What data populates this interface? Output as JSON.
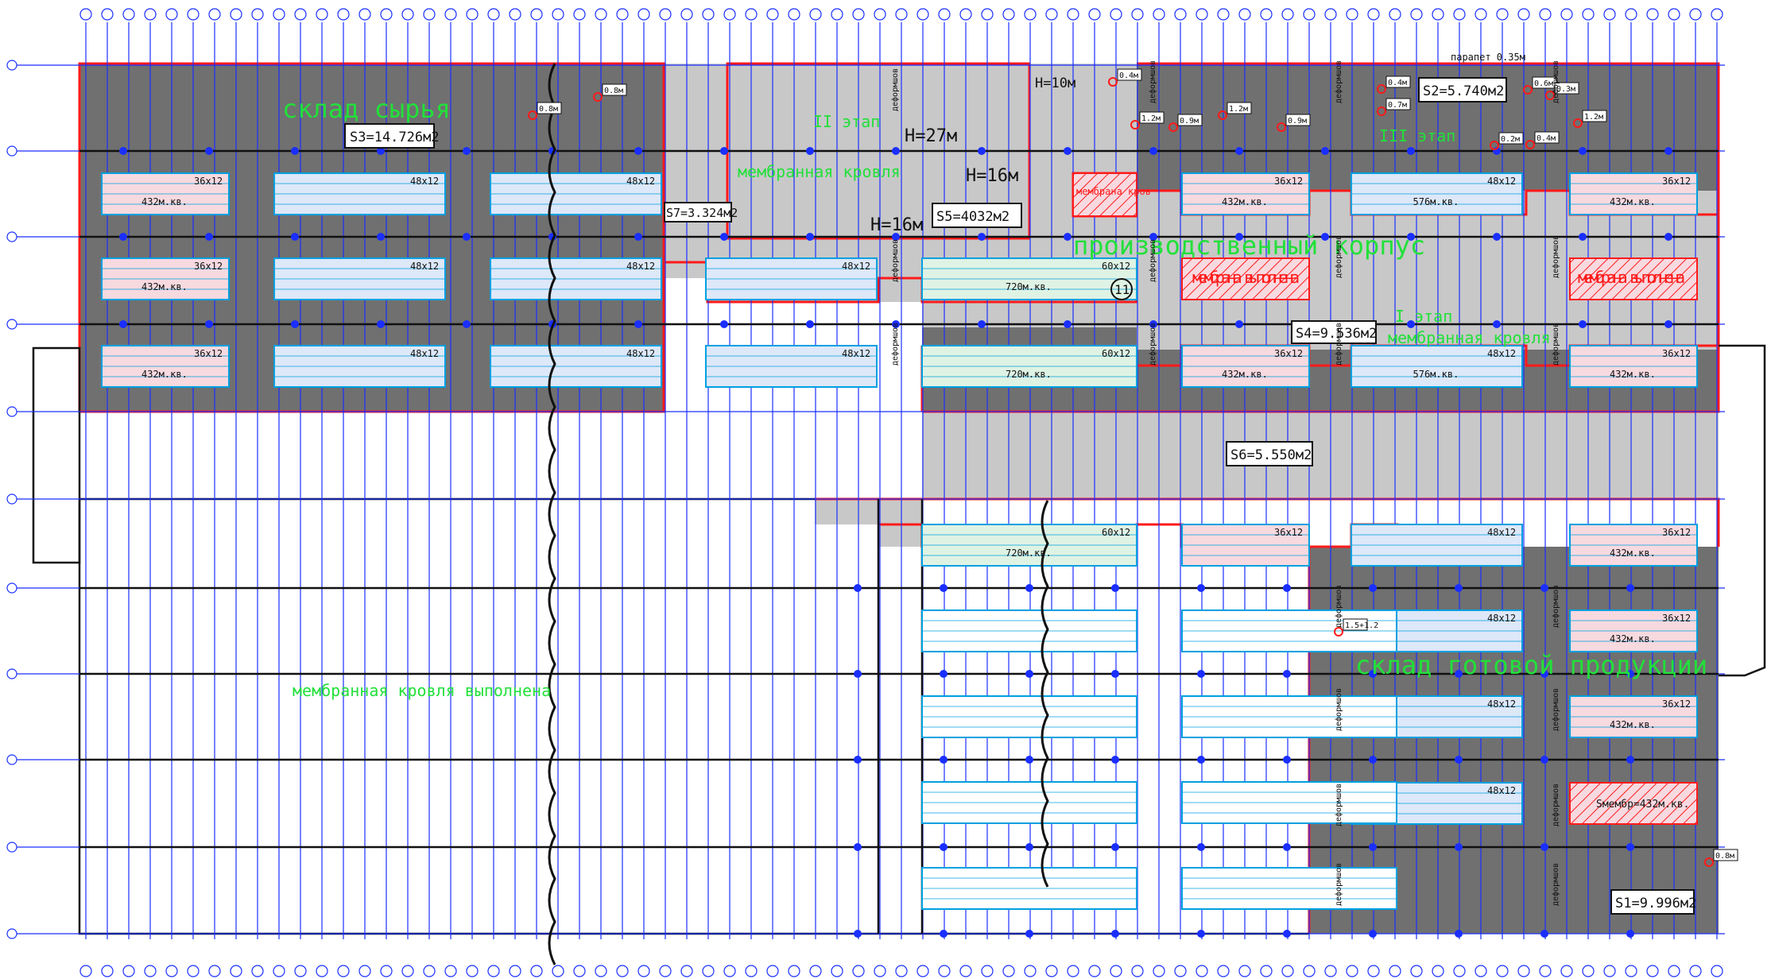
{
  "zones": {
    "raw_warehouse": "склад сырья",
    "production": "производственный корпус",
    "finished_warehouse": "склад готовой продукции"
  },
  "stages": {
    "stage2": "II этап",
    "stage3": "III этап",
    "stage1": "I этап"
  },
  "notes": {
    "membrane_roof": "мембранная кровля",
    "membrane_roof_done": "мембранная кровля выполнена",
    "membrane_done": "мембрана выполнена",
    "parapet": "парапет 0.35м",
    "expansion_joint": "деформшов",
    "repair_label": "мембрана кров",
    "s_membrane": "Sмембр=432м.кв."
  },
  "areas": {
    "S1": "S1=9.996м2",
    "S2": "S2=5.740м2",
    "S3": "S3=14.726м2",
    "S4": "S4=9.536м2",
    "S5": "S5=4032м2",
    "S6": "S6=5.550м2",
    "S7": "S7=3.324м2"
  },
  "heights": {
    "h27": "H=27м",
    "h16a": "H=16м",
    "h16b": "H=16м",
    "h10": "H=10м"
  },
  "circle_marker": "11",
  "skylight_sizes": [
    "36x12",
    "48x12",
    "60x12"
  ],
  "skylight_areas": [
    "432м.кв.",
    "720м.кв.",
    "576м.кв."
  ],
  "drain_labels": [
    "0.8м",
    "0.8м",
    "0.4м",
    "1.2м",
    "0.9м",
    "1.2м",
    "0.9м",
    "0.4м",
    "0.7м",
    "0.2м",
    "0.4м",
    "0.6м",
    "0.3м",
    "1.2м",
    "1.5+1.2"
  ],
  "colors": {
    "roof_dark": "#707070",
    "roof_light": "#c8c8c8",
    "grid_blue": "#1a2fff",
    "outline_red": "#ff1a1a",
    "label_green": "#22e03a",
    "skylight_pink": "#f7d9e0",
    "skylight_blue": "#dde8f8",
    "skylight_green": "#dff3e4",
    "skylight_border": "#00a0e0"
  }
}
